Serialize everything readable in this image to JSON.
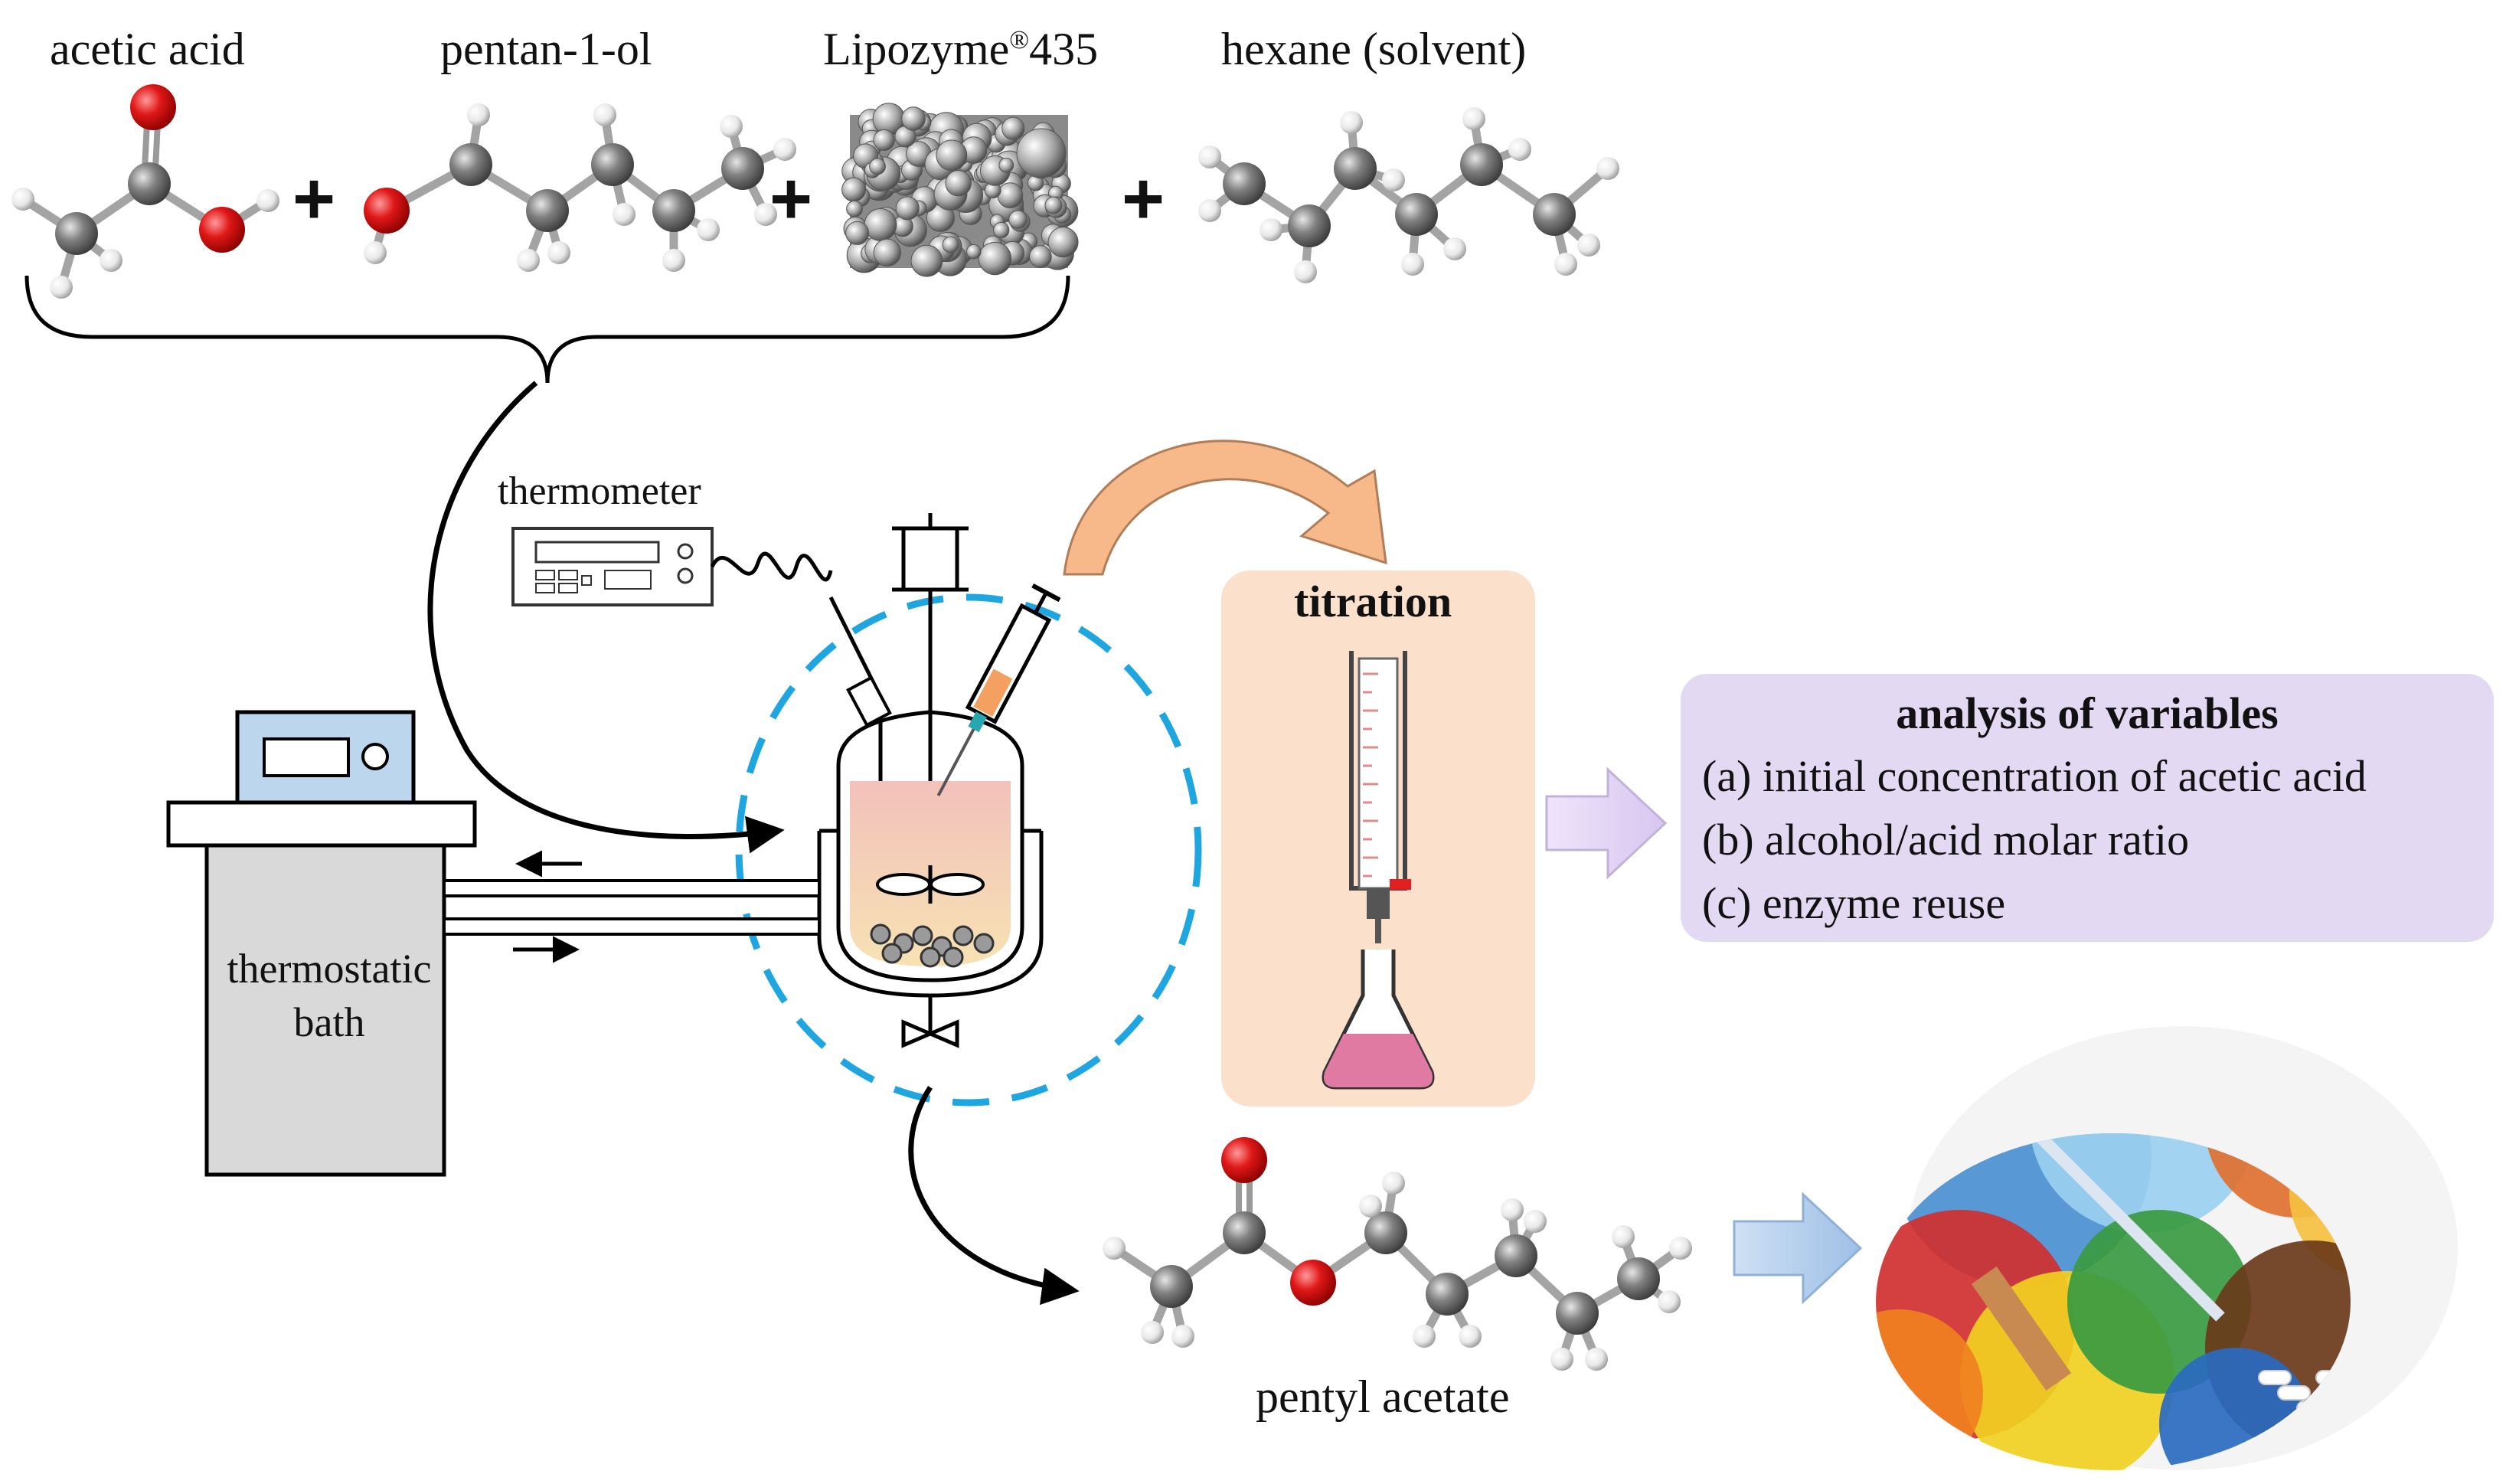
{
  "reagents": {
    "acetic_acid": "acetic acid",
    "pentanol": "pentan-1-ol",
    "enzyme_name": "Lipozyme",
    "enzyme_mark": "®",
    "enzyme_number": "435",
    "hexane": "hexane (solvent)"
  },
  "operators": [
    "+",
    "+",
    "+"
  ],
  "apparatus": {
    "thermometer": "thermometer",
    "bath_line1": "thermostatic",
    "bath_line2": "bath"
  },
  "titration": {
    "title": "titration"
  },
  "analysis": {
    "title": "analysis of variables",
    "items": [
      "(a) initial concentration of acetic acid",
      "(b) alcohol/acid molar ratio",
      "(c) enzyme reuse"
    ]
  },
  "product": {
    "name": "pentyl acetate"
  },
  "colors": {
    "oxygen": "#e01818",
    "carbon": "#7a7a7a",
    "hydrogen": "#f2f2f2",
    "dashed_circle": "#1fa5e0",
    "orange_arrow": "#f7b88a",
    "titration_box": "#fbe0cc",
    "analysis_box": "#e3d9f2",
    "analysis_arrow": "#e6d6f6",
    "product_arrow": "#b9d3ef",
    "bath_body": "#d9d9d9",
    "bath_screen": "#bcd6ee",
    "liquid_top": "#f2c1bb",
    "liquid_bottom": "#f7e2b3",
    "titrant": "#e07aa3"
  },
  "icons": [
    "thermometer-device-icon",
    "syringe-icon",
    "stirrer-motor-icon",
    "burette-icon",
    "erlenmeyer-flask-icon",
    "valve-icon"
  ]
}
